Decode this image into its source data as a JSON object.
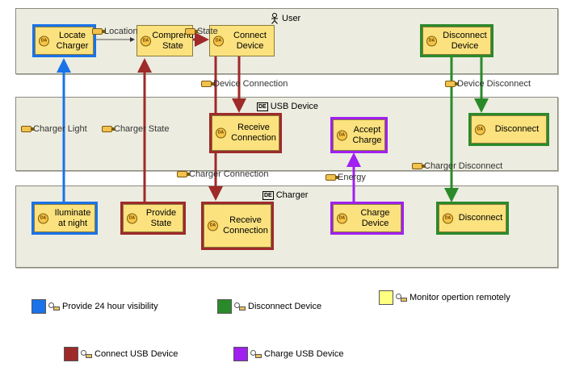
{
  "lanes": {
    "user": "User",
    "usb_device": "USB Device",
    "charger": "Charger"
  },
  "nodes": {
    "locate_charger": "Locate Charger",
    "comprehend_state": "Comprend State",
    "connect_device": "Connect Device",
    "disconnect_device_user": "Disconnect Device",
    "receive_connection_usb": "Receive Connection",
    "accept_charge": "Accept Charge",
    "disconnect_usb": "Disconnect",
    "illuminate_at_night": "Iluminate at night",
    "provide_state": "Provide State",
    "receive_connection_charger": "Receive Connection",
    "charge_device": "Charge Device",
    "disconnect_charger": "Disconnect"
  },
  "badge_text": "DA",
  "component_icon_text": "DE",
  "edge_labels": {
    "location": "Location",
    "state": "State",
    "device_connection": "Device Connection",
    "device_disconnect": "Device Disconnect",
    "charger_light": "Charger Light",
    "charger_state": "Charger State",
    "charger_connection": "Charger Connection",
    "energy": "Energy",
    "charger_disconnect": "Charger Disconnect"
  },
  "legend": {
    "blue": "Provide 24 hour visibility",
    "green": "Disconnect Device",
    "yellow": "Monitor opertion remotely",
    "red": "Connect USB Device",
    "purple": "Charge USB Device"
  },
  "colors": {
    "blue": "#1a73e8",
    "red": "#9e2a2a",
    "green": "#2a8a2a",
    "purple": "#a020f0",
    "yellow": "#ffff80",
    "node_fill": "#fbe27e",
    "lane_fill": "#ecece0"
  }
}
